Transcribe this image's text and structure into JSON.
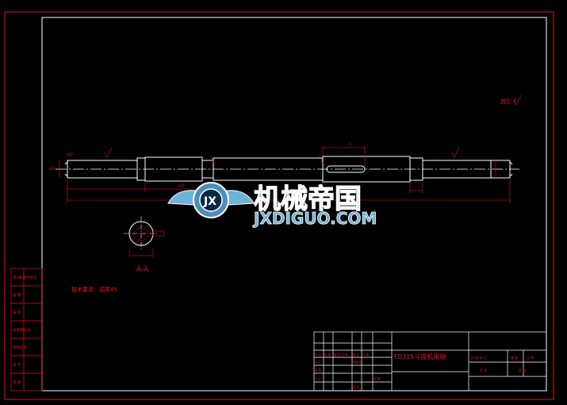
{
  "drawing": {
    "section_label": "A-A",
    "roughness_note": "其它 ∜",
    "tech_requirement": "技术要求：调质45",
    "left_column_labels": [
      "借(通)用件登记",
      "描 图",
      "描 校",
      "旧底图总号",
      "底图总号",
      "签 字",
      "日 期"
    ]
  },
  "title_block": {
    "part_name": "TD315斗提机尾轴",
    "left_cells": [
      "标 记",
      "处 数",
      "更改文件号",
      "签 字",
      "日 期",
      "设 计",
      "标准化",
      "审 核",
      "工 艺",
      "日 期",
      "批 准"
    ],
    "right_cells": [
      "阶 段 标 记",
      "重 量",
      "比 例",
      "共 张",
      "第 张"
    ]
  },
  "watermark": {
    "logo_text": "JX",
    "name_cn": "机械帝国",
    "site": "JXDIGUO.COM"
  },
  "colors": {
    "background": "#000000",
    "frame": "#e8121a",
    "part_outline": "#ffffff",
    "watermark_blue": "#6fb3d6"
  }
}
